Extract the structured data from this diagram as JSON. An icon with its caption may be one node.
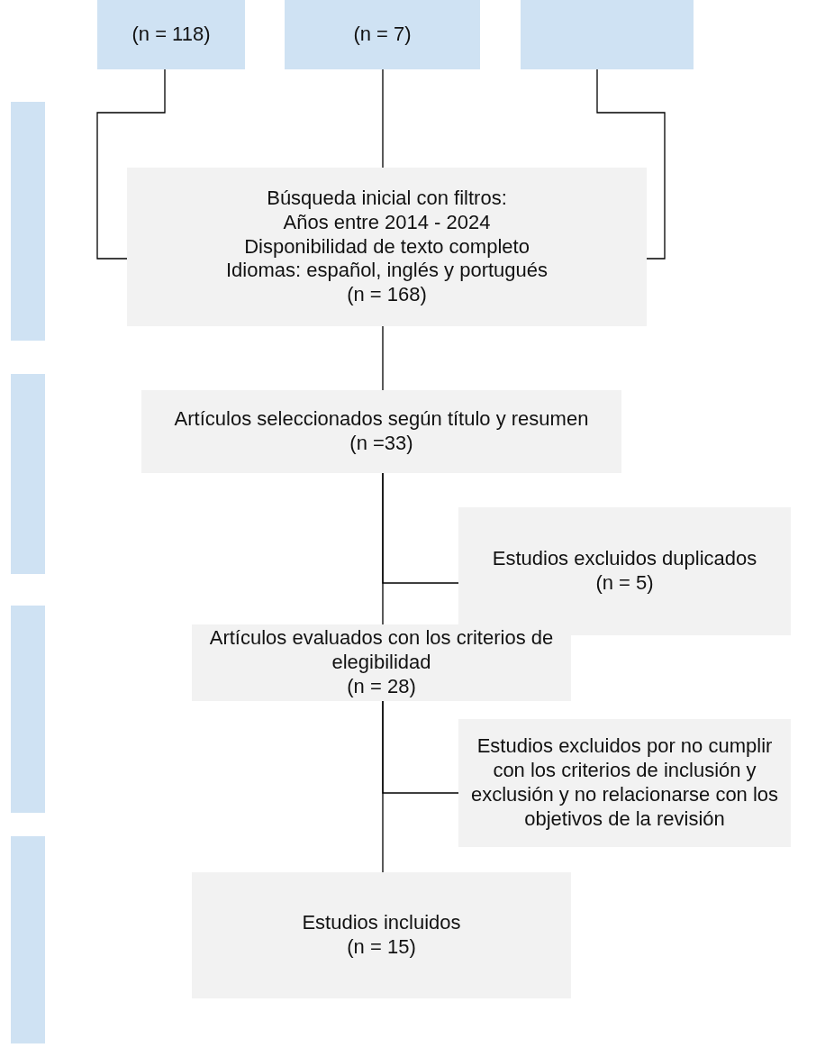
{
  "diagram": {
    "nodes": [
      {
        "text": [
          "(n = 118)"
        ]
      },
      {
        "text": [
          "(n = 7)"
        ]
      },
      {
        "text": [],
        "shape": "box"
      },
      {
        "text": [
          "Búsqueda inicial con filtros:",
          "Años entre 2014 - 2024",
          "Disponibilidad de texto completo",
          "Idiomas: español, inglés y portugués",
          "(n = 168)"
        ]
      },
      {
        "text": [
          "Artículos seleccionados según título y resumen",
          "(n =33)"
        ]
      },
      {
        "text": [
          "Estudios excluidos duplicados",
          "(n = 5)"
        ]
      },
      {
        "text": [
          "Artículos evaluados con los criterios de elegibilidad",
          "(n = 28)"
        ]
      },
      {
        "text": [
          "Estudios excluidos por no cumplir con los criterios de inclusión y exclusión y no relacionarse con los objetivos de la revisión"
        ]
      },
      {
        "text": [
          "Estudios incluidos",
          "(n = 15)"
        ]
      },
      {
        "text": [],
        "shape": "bar"
      },
      {
        "text": [],
        "shape": "bar"
      },
      {
        "text": [],
        "shape": "bar"
      },
      {
        "text": [],
        "shape": "bar"
      }
    ],
    "edges": [
      {
        "from": 0,
        "to": 3,
        "arrow": "none"
      },
      {
        "from": 1,
        "to": 3,
        "arrow": "none"
      },
      {
        "from": 2,
        "to": 3,
        "arrow": "none"
      },
      {
        "from": 3,
        "to": 4,
        "arrow": "none"
      },
      {
        "from": 4,
        "to": 5,
        "arrow": "none"
      },
      {
        "from": 4,
        "to": 6,
        "arrow": "none"
      },
      {
        "from": 6,
        "to": 7,
        "arrow": "none"
      },
      {
        "from": 6,
        "to": 8,
        "arrow": "none"
      }
    ]
  }
}
